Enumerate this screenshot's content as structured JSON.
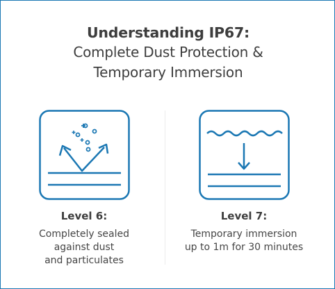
{
  "title": {
    "bold": "Understanding IP67:",
    "line2": "Complete Dust Protection &",
    "line3": "Temporary Immersion"
  },
  "levels": [
    {
      "label": "Level 6:",
      "description": [
        "Completely sealed",
        "against dust",
        "and particulates"
      ],
      "icon": "dust-deflect-icon"
    },
    {
      "label": "Level 7:",
      "description": [
        "Temporary immersion",
        "up to 1m for 30 minutes"
      ],
      "icon": "water-immersion-icon"
    }
  ],
  "colors": {
    "accent": "#1a77b3",
    "text": "#3d3d3d",
    "divider": "#ececec"
  }
}
